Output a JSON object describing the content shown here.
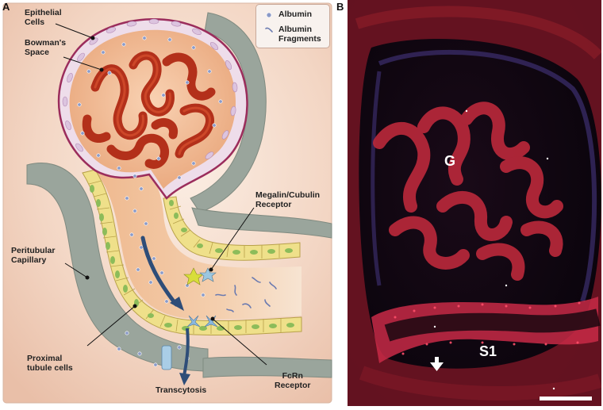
{
  "panels": {
    "a_letter": "A",
    "b_letter": "B"
  },
  "legend": {
    "albumin": "Albumin",
    "fragments_line1": "Albumin",
    "fragments_line2": "Fragments"
  },
  "labels": {
    "epithelial_l1": "Epithelial",
    "epithelial_l2": "Cells",
    "bowmans_l1": "Bowman's",
    "bowmans_l2": "Space",
    "megalin_l1": "Megalin/Cubulin",
    "megalin_l2": "Receptor",
    "peritubular_l1": "Peritubular",
    "peritubular_l2": "Capillary",
    "proximal_l1": "Proximal",
    "proximal_l2": "tubule cells",
    "transcytosis": "Transcytosis",
    "fcrn_l1": "FcRn",
    "fcrn_l2": "Receptor"
  },
  "micrograph": {
    "glomerulus_label": "G",
    "segment_label": "S1"
  },
  "colors": {
    "panel_bg": "#f2d8c8",
    "capillary": "#9aa59c",
    "tubule_cells": "#efe08a",
    "glomerulus": "#c8361a",
    "albumin": "#8a9ac8",
    "micrograph_bg": "#0c0612"
  }
}
